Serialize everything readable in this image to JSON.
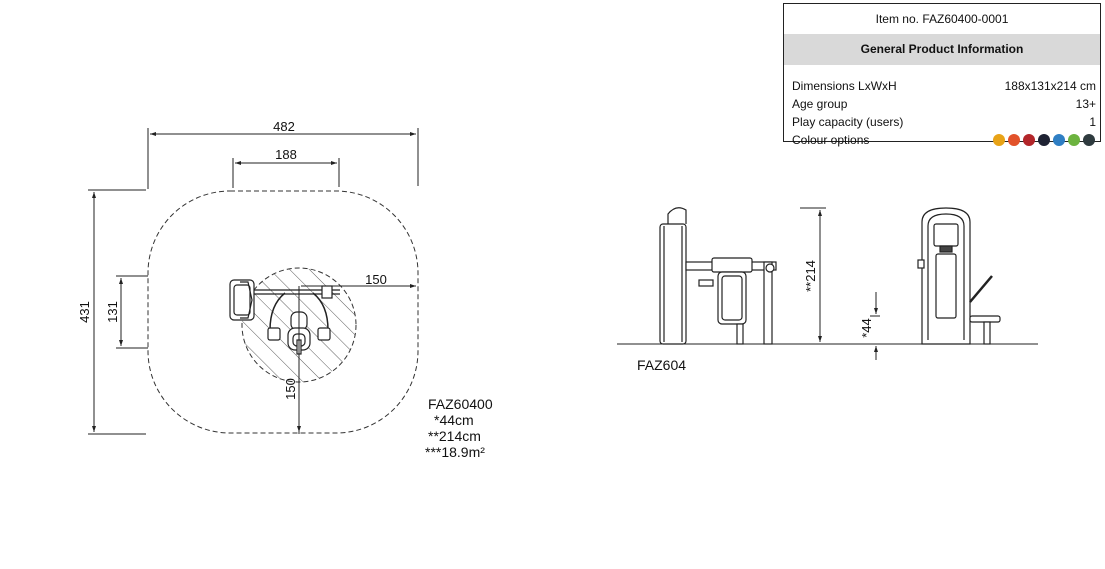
{
  "info_panel": {
    "item_no": "Item no. FAZ60400-0001",
    "section_title": "General Product Information",
    "rows": [
      {
        "label": "Dimensions LxWxH",
        "value": "188x131x214 cm"
      },
      {
        "label": "Age group",
        "value": "13+"
      },
      {
        "label": "Play capacity (users)",
        "value": "1"
      },
      {
        "label": "Colour options",
        "value": ""
      }
    ],
    "colour_options": [
      "#e8a317",
      "#e2522a",
      "#b3262a",
      "#1e2233",
      "#2f7fc4",
      "#6cb33f",
      "#2f3b3f"
    ]
  },
  "plan_view": {
    "dim_total_width": "482",
    "dim_equipment_width": "188",
    "dim_total_depth": "431",
    "dim_equipment_depth": "131",
    "dim_radius_right": "150",
    "dim_radius_down": "150"
  },
  "notes": {
    "model": "FAZ60400",
    "fall_height": "*44cm",
    "total_height": "**214cm",
    "area": "***18.9m²"
  },
  "side_view": {
    "caption": "FAZ604",
    "dim_height": "**214",
    "dim_fall_height": "*44"
  }
}
